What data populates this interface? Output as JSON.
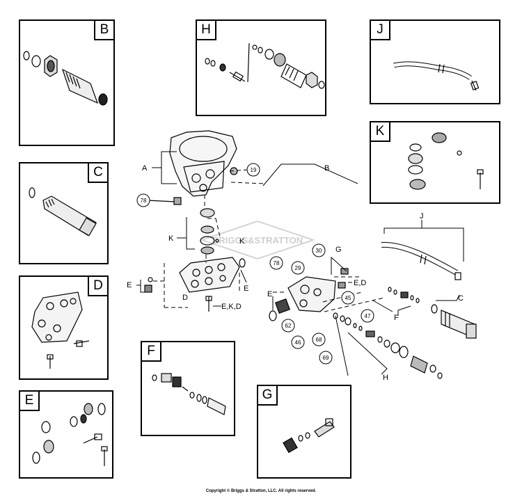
{
  "panels": {
    "B": "B",
    "C": "C",
    "D": "D",
    "E": "E",
    "H": "H",
    "J": "J",
    "K": "K",
    "F": "F",
    "G": "G"
  },
  "callouts": {
    "A": "A",
    "B": "B",
    "J": "J",
    "K1": "K",
    "K2": "K",
    "C": "C",
    "E1": "E",
    "E2": "E",
    "E3": "E",
    "D": "D",
    "EKD": "E,K,D",
    "ED": "E,D",
    "F": "F",
    "G": "G",
    "H": "H"
  },
  "part_numbers": [
    "19",
    "78",
    "30",
    "29",
    "78",
    "45",
    "47",
    "62",
    "46",
    "68",
    "69"
  ],
  "watermark": "BRIGGS&STRATTON",
  "copyright": "Copyright © Briggs & Stratton, LLC. All rights reserved."
}
